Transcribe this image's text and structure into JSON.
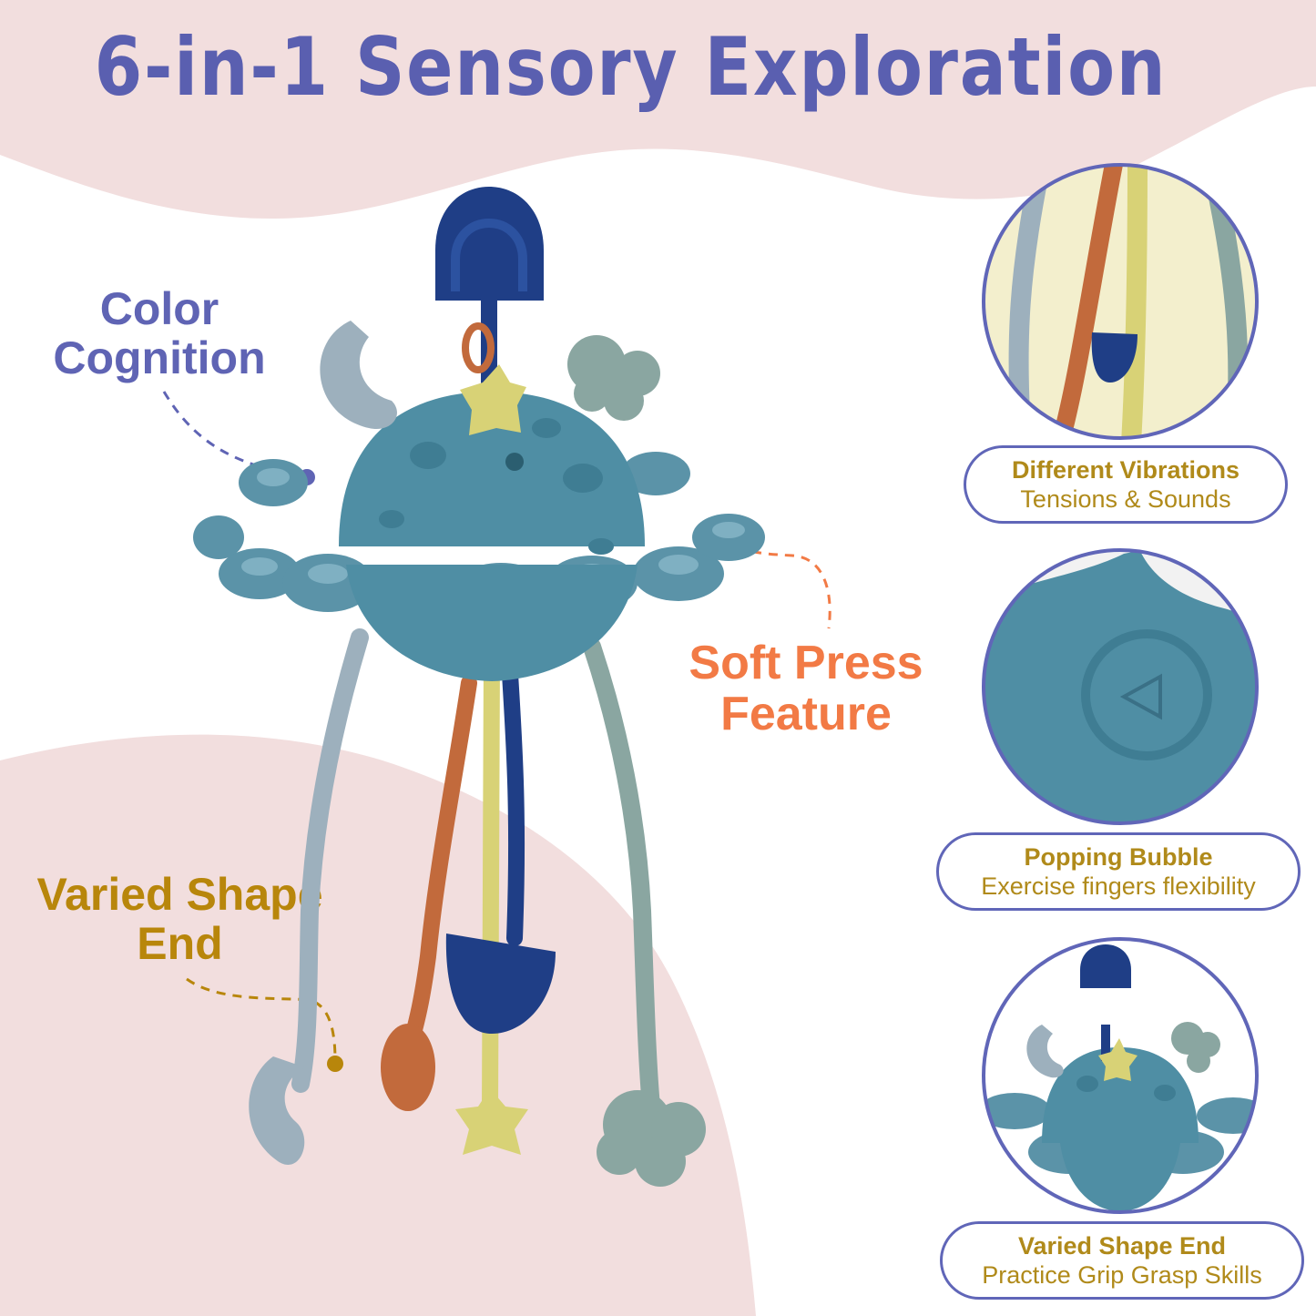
{
  "title": "6-in-1 Sensory Exploration",
  "callouts": {
    "color_cognition": [
      "Color",
      "Cognition"
    ],
    "soft_press": [
      "Soft Press",
      "Feature"
    ],
    "varied_shape": [
      "Varied Shape",
      "End"
    ]
  },
  "panels": [
    {
      "title": "Different Vibrations",
      "subtitle": "Tensions & Sounds"
    },
    {
      "title": "Popping Bubble",
      "subtitle": "Exercise fingers flexibility"
    },
    {
      "title": "Varied Shape End",
      "subtitle": "Practice Grip Grasp Skills"
    }
  ],
  "colors": {
    "title": "#5a5fb0",
    "color_cognition": "#5f64b4",
    "soft_press": "#f27a45",
    "varied_shape": "#b8860b",
    "panel_title": "#b08a1a",
    "panel_border": "#6066b8",
    "blob": "#f2dede",
    "toy_body": "#4f8ea4",
    "toy_navy": "#1f3e86",
    "toy_orange": "#c26a3c",
    "toy_yellow": "#d8d276",
    "toy_sage": "#8aa6a1",
    "toy_grey": "#9db0bd"
  }
}
